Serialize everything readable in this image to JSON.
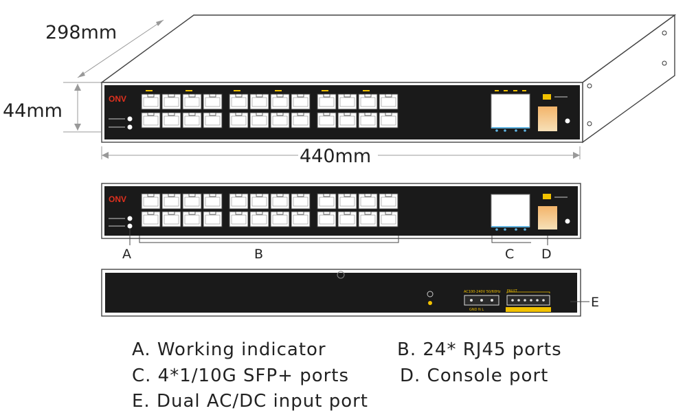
{
  "dimensions": {
    "depth": "298mm",
    "height": "44mm",
    "width": "440mm"
  },
  "brand": {
    "logo_text": "ONV"
  },
  "callouts": {
    "a": "A",
    "b": "B",
    "c": "C",
    "d": "D",
    "e": "E"
  },
  "rear_panel": {
    "power_label": "AC100-240V 50/60Hz",
    "terminal_labels": "GND N L",
    "fault_label": "FAULT"
  },
  "legend": {
    "a": "A. Working indicator",
    "b": "B. 24* RJ45 ports",
    "c": "C. 4*1/10G SFP+ ports",
    "d": "D. Console port",
    "e": "E.  Dual AC/DC input port"
  },
  "colors": {
    "panel": "#1a1a1a",
    "logo": "#e0301e",
    "led": "#f2c200",
    "sfp_glow": "#5fb3e0"
  }
}
